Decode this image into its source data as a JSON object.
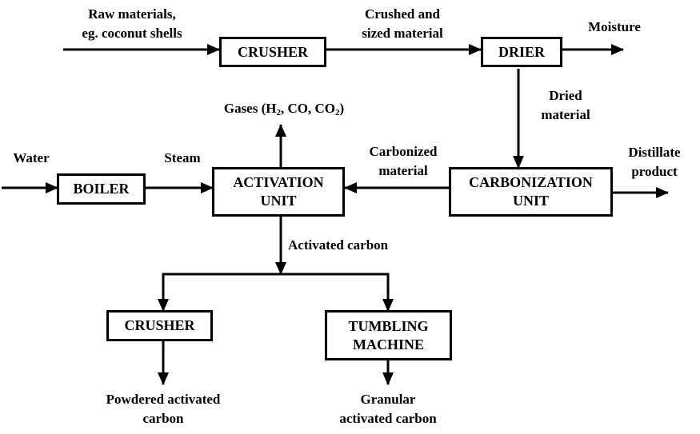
{
  "diagram": {
    "type": "process-flow",
    "nodes": {
      "crusher_top": {
        "label": "CRUSHER"
      },
      "drier": {
        "label": "DRIER"
      },
      "boiler": {
        "label": "BOILER"
      },
      "activation": {
        "line1": "ACTIVATION",
        "line2": "UNIT"
      },
      "carbonization": {
        "line1": "CARBONIZATION",
        "line2": "UNIT"
      },
      "crusher_bottom": {
        "label": "CRUSHER"
      },
      "tumbling": {
        "line1": "TUMBLING",
        "line2": "MACHINE"
      }
    },
    "labels": {
      "raw_materials": {
        "line1": "Raw materials,",
        "line2": "eg. coconut shells"
      },
      "crushed": {
        "line1": "Crushed and",
        "line2": "sized material"
      },
      "moisture": "Moisture",
      "dried": {
        "line1": "Dried",
        "line2": "material"
      },
      "gases": {
        "prefix": "Gases (H",
        "sub1": "2",
        "mid": ", CO, CO",
        "sub2": "2",
        "suffix": ")"
      },
      "water": "Water",
      "steam": "Steam",
      "carbonized": {
        "line1": "Carbonized",
        "line2": "material"
      },
      "distillate": {
        "line1": "Distillate",
        "line2": "product"
      },
      "activated_carbon": "Activated carbon",
      "powdered": {
        "line1": "Powdered activated",
        "line2": "carbon"
      },
      "granular": {
        "line1": "Granular",
        "line2": "activated carbon"
      }
    },
    "edges": [
      {
        "from": "raw_materials",
        "to": "crusher_top"
      },
      {
        "from": "crusher_top",
        "to": "drier",
        "label": "Crushed and sized material"
      },
      {
        "from": "drier",
        "to": "moisture"
      },
      {
        "from": "drier",
        "to": "carbonization",
        "label": "Dried material"
      },
      {
        "from": "carbonization",
        "to": "distillate"
      },
      {
        "from": "carbonization",
        "to": "activation",
        "label": "Carbonized material"
      },
      {
        "from": "water",
        "to": "boiler"
      },
      {
        "from": "boiler",
        "to": "activation",
        "label": "Steam"
      },
      {
        "from": "activation",
        "to": "gases"
      },
      {
        "from": "activation",
        "to": "crusher_bottom",
        "label": "Activated carbon"
      },
      {
        "from": "activation",
        "to": "tumbling",
        "label": "Activated carbon"
      },
      {
        "from": "crusher_bottom",
        "to": "powdered"
      },
      {
        "from": "tumbling",
        "to": "granular"
      }
    ]
  }
}
